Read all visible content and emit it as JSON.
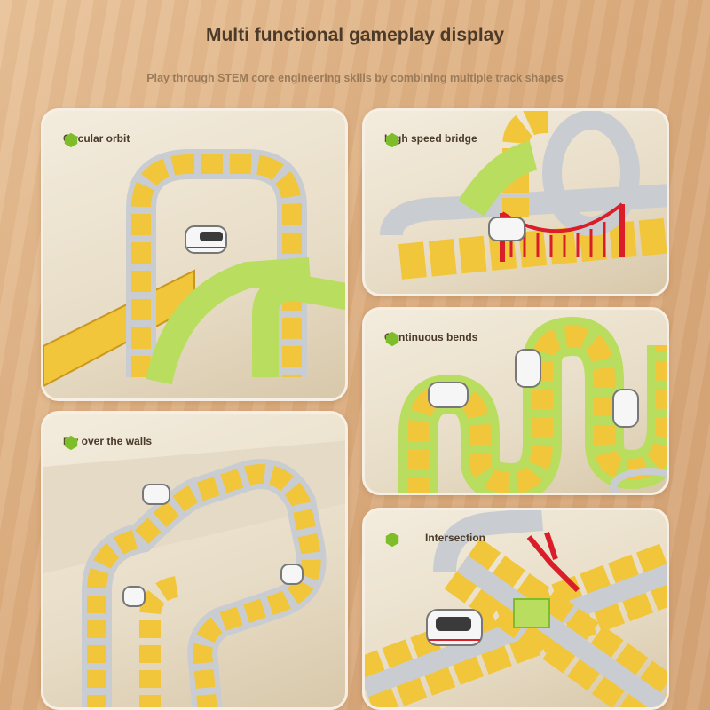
{
  "header": {
    "title": "Multi functional gameplay display",
    "subtitle": "Play through STEM core engineering skills by combining multiple track shapes"
  },
  "panels": [
    {
      "label": "Circular orbit",
      "icon": "green-hexagon-icon"
    },
    {
      "label": "High speed bridge",
      "icon": "green-hexagon-icon"
    },
    {
      "label": "Continuous bends",
      "icon": "green-hexagon-icon"
    },
    {
      "label": "Fly over the walls",
      "icon": "green-hexagon-icon"
    },
    {
      "label": "Intersection",
      "icon": "green-hexagon-icon"
    }
  ],
  "colors": {
    "accent_green": "#7dbd2a",
    "track_yellow": "#f1c63a",
    "track_lime": "#b9dd5f",
    "track_silver": "#c9cdd2",
    "bridge_red": "#d91e2a"
  }
}
